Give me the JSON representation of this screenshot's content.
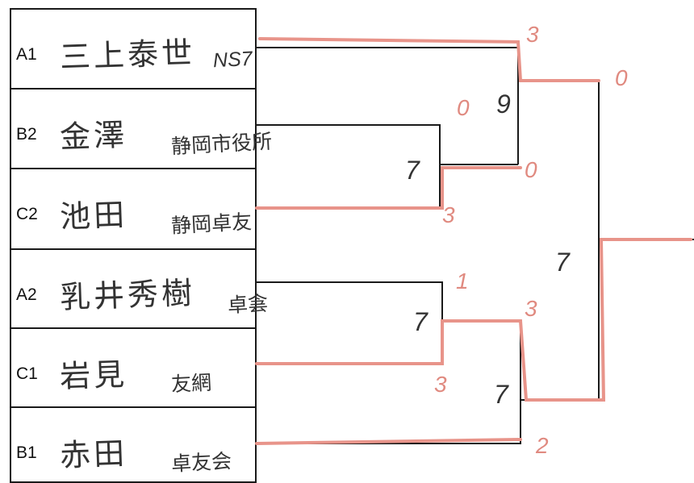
{
  "bracket": {
    "entries": [
      {
        "seed": "A1",
        "name": "三上泰世",
        "club": "NS7"
      },
      {
        "seed": "B2",
        "name": "金澤",
        "club": "静岡市役所"
      },
      {
        "seed": "C2",
        "name": "池田",
        "club": "静岡卓友"
      },
      {
        "seed": "A2",
        "name": "乳井秀樹",
        "club": "卓侌"
      },
      {
        "seed": "C1",
        "name": "岩見",
        "club": "友網"
      },
      {
        "seed": "B1",
        "name": "赤田",
        "club": "卓友会"
      }
    ],
    "scores": {
      "a1_vs_top_final": "3",
      "top_final_loser": "0",
      "b2_vs_c2_b2": "0",
      "b2_vs_c2_c2": "3",
      "a2_vs_c1_a2": "1",
      "a2_vs_c1_c1": "3",
      "bottom_semi_winner": "3",
      "b1": "2",
      "top_semi_loser_mark": "0"
    },
    "bout_numbers": {
      "b2_vs_c2": "7",
      "a1_semi": "9",
      "a2_vs_c1": "7",
      "b1_semi": "7",
      "final": "7"
    },
    "colors": {
      "line": "#1a1a1a",
      "winner_path": "#e8948a"
    }
  }
}
